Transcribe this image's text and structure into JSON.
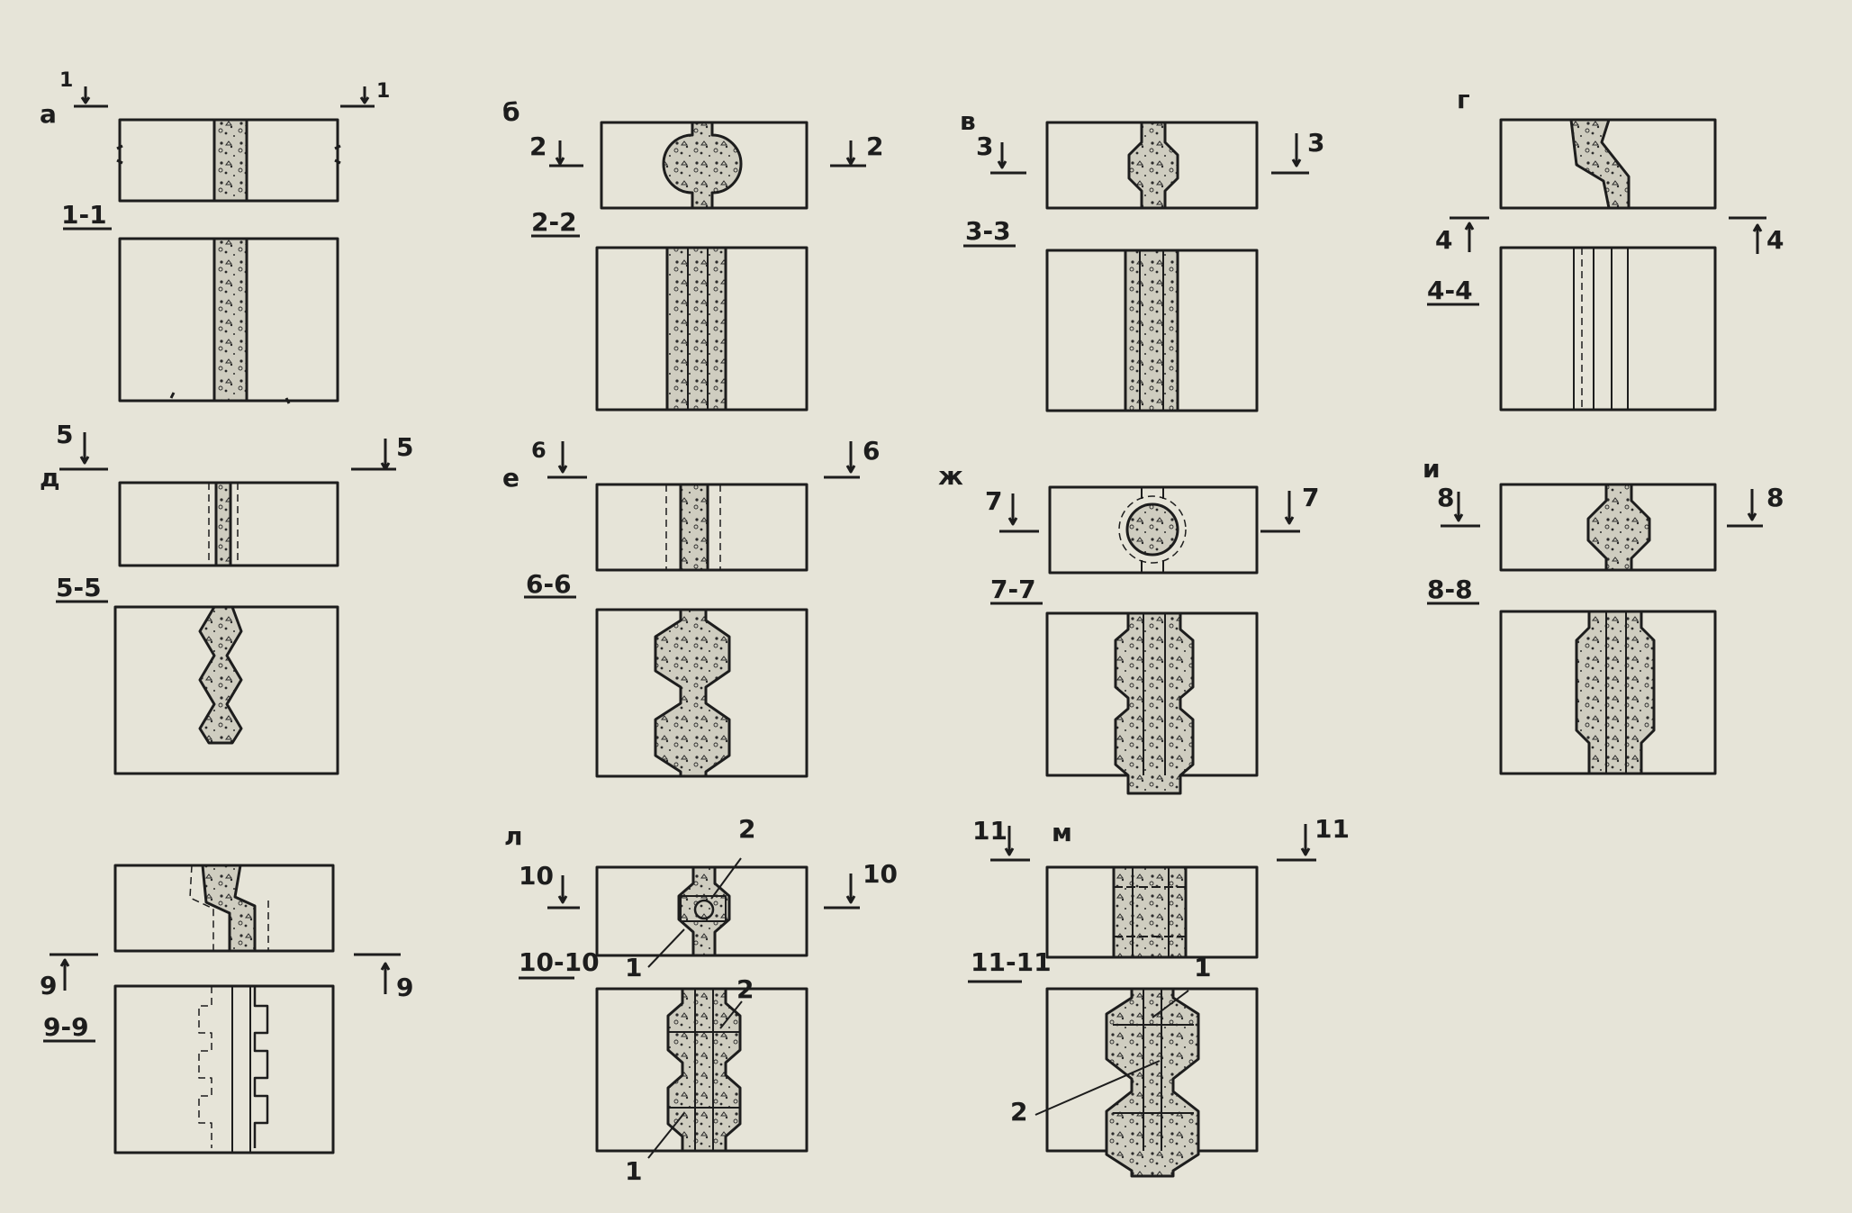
{
  "colors": {
    "paper": "#e6e4d8",
    "ink": "#1d1d1d",
    "concrete_fill": "#cfcdc0",
    "speck": "#2a2a2a"
  },
  "panels": [
    {
      "id": "a",
      "letter": "а",
      "section_top_left": "1",
      "section_top_right": "1",
      "section_label": "1-1",
      "callouts": []
    },
    {
      "id": "b",
      "letter": "б",
      "section_top_left": "2",
      "section_top_right": "2",
      "section_label": "2-2",
      "callouts": []
    },
    {
      "id": "v",
      "letter": "в",
      "section_top_left": "3",
      "section_top_right": "3",
      "section_label": "3-3",
      "callouts": []
    },
    {
      "id": "g",
      "letter": "г",
      "section_top_left": "4",
      "section_top_right": "4",
      "section_label": "4-4",
      "callouts": []
    },
    {
      "id": "d",
      "letter": "д",
      "section_top_left": "5",
      "section_top_right": "5",
      "section_label": "5-5",
      "callouts": []
    },
    {
      "id": "e",
      "letter": "е",
      "section_top_left": "6",
      "section_top_right": "6",
      "section_label": "6-6",
      "callouts": []
    },
    {
      "id": "zh",
      "letter": "ж",
      "section_top_left": "7",
      "section_top_right": "7",
      "section_label": "7-7",
      "callouts": []
    },
    {
      "id": "i",
      "letter": "и",
      "section_top_left": "8",
      "section_top_right": "8",
      "section_label": "8-8",
      "callouts": []
    },
    {
      "id": "k",
      "letter": "",
      "section_top_left": "9",
      "section_top_right": "9",
      "section_label": "9-9",
      "callouts": []
    },
    {
      "id": "l",
      "letter": "л",
      "section_top_left": "10",
      "section_top_right": "10",
      "section_label": "10-10",
      "callouts": [
        "2",
        "1",
        "2",
        "1"
      ]
    },
    {
      "id": "m",
      "letter": "м",
      "section_top_left": "11",
      "section_top_right": "11",
      "section_label": "11-11",
      "callouts": [
        "1",
        "2"
      ]
    }
  ]
}
